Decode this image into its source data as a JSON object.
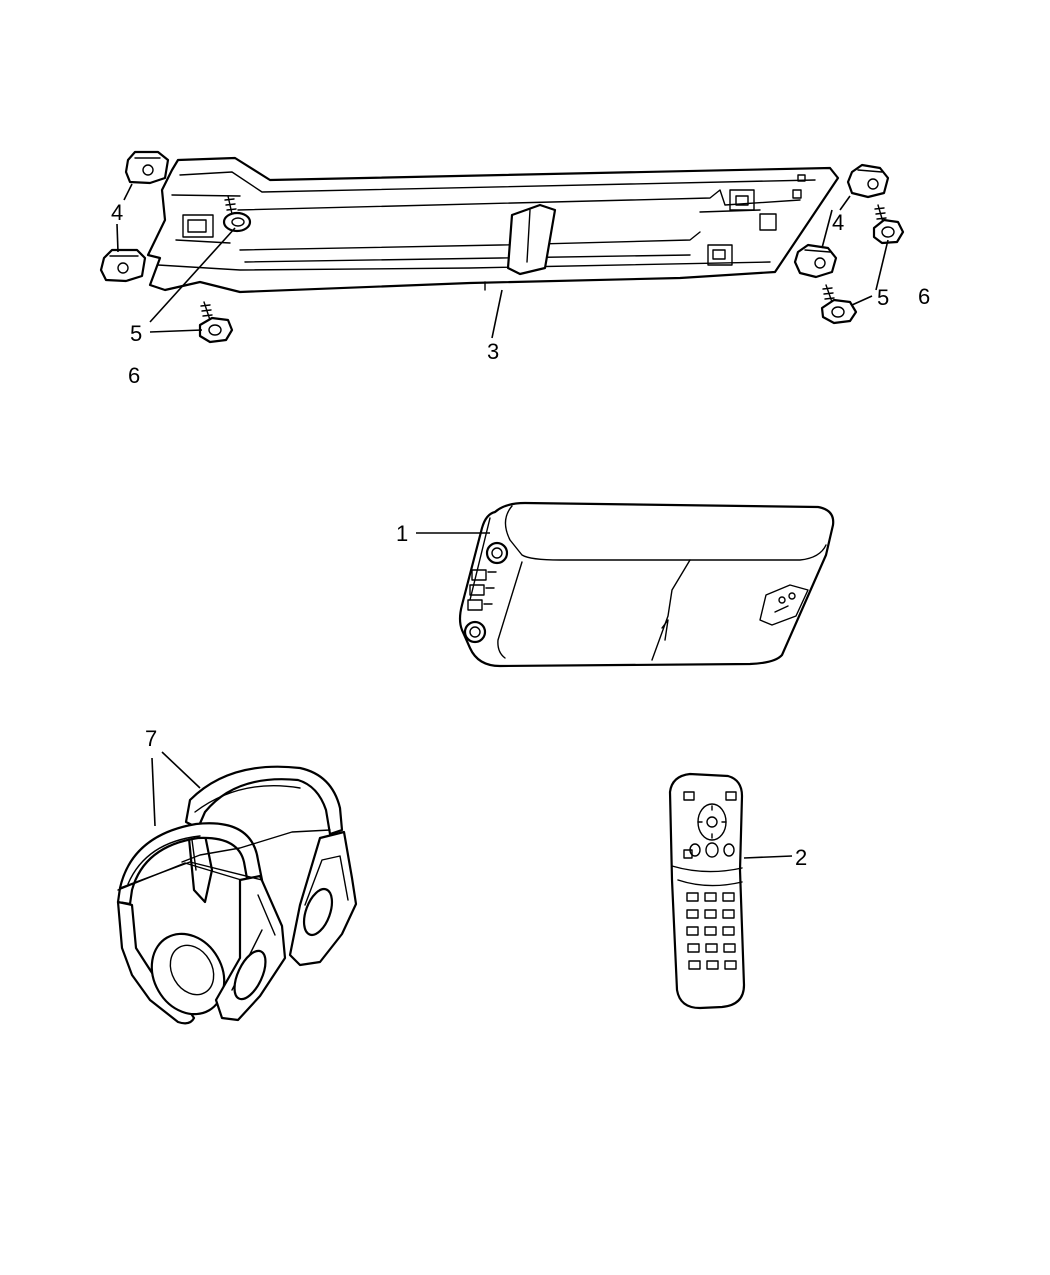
{
  "callouts": {
    "c1": "1",
    "c2": "2",
    "c3": "3",
    "c4_left": "4",
    "c4_right": "4",
    "c5_left": "5",
    "c5_right": "5",
    "c6_left": "6",
    "c6_right": "6",
    "c7": "7"
  },
  "colors": {
    "line": "#000000",
    "background": "#ffffff"
  }
}
